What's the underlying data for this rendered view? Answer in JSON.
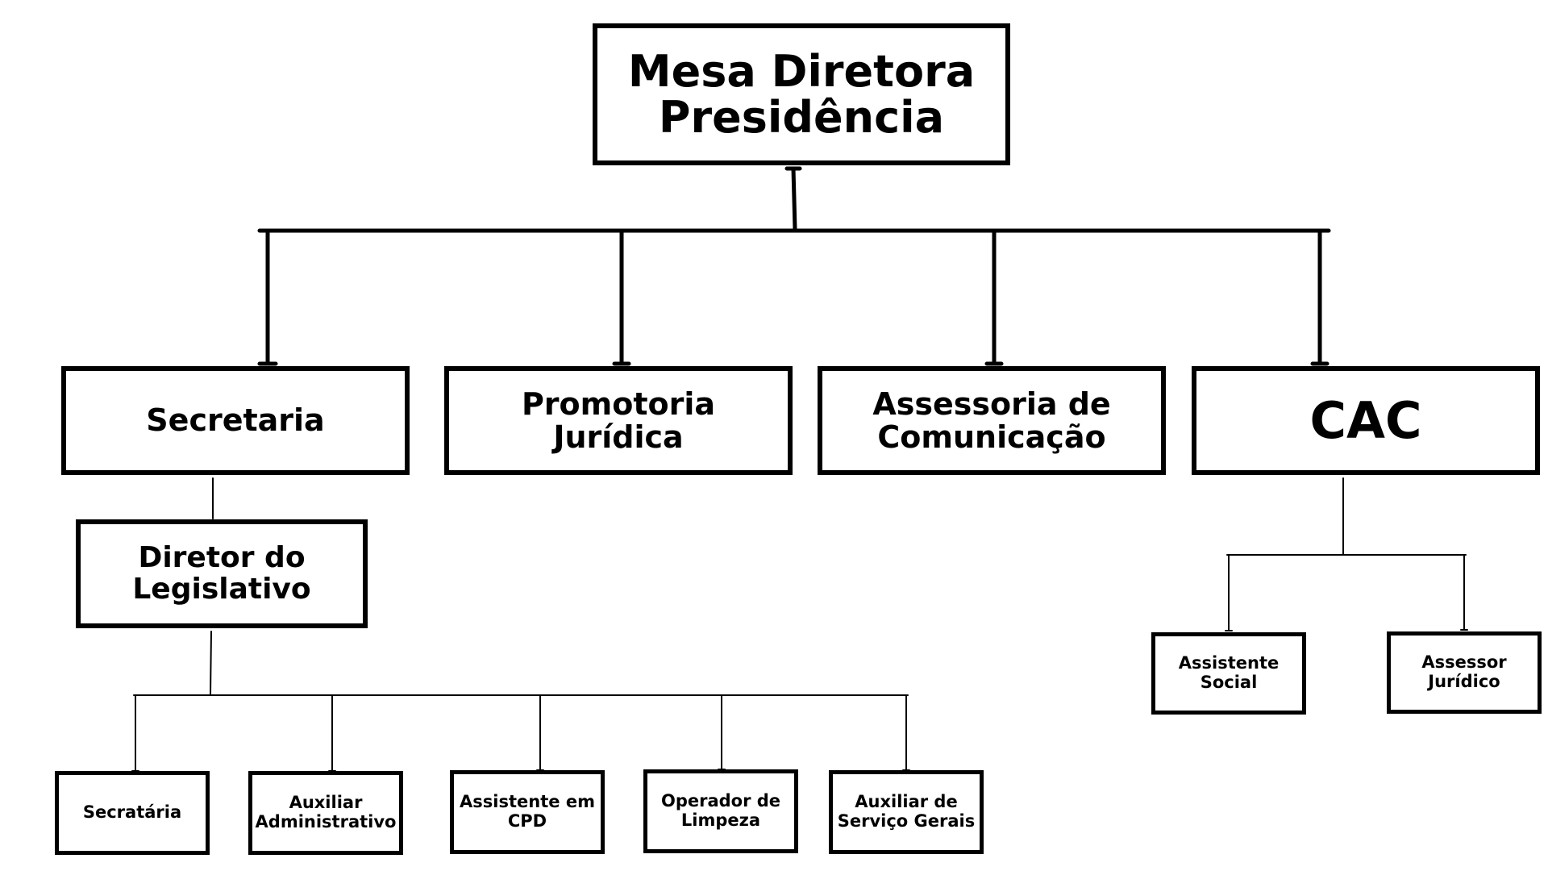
{
  "org_chart": {
    "root": {
      "label": "Mesa Diretora\nPresidência"
    },
    "level1": {
      "secretaria": "Secretaria",
      "promotoria": "Promotoria\nJurídica",
      "assessoria": "Assessoria de\nComunicação",
      "cac": "CAC"
    },
    "diretor": "Diretor do\nLegislativo",
    "diretor_subordinates": {
      "secretaria_staff": "Secratária",
      "auxiliar_administrativo": "Auxiliar\nAdministrativo",
      "assistente_cpd": "Assistente em\nCPD",
      "operador_limpeza": "Operador de\nLimpeza",
      "auxiliar_servicos": "Auxiliar de\nServiço Gerais"
    },
    "cac_subordinates": {
      "assistente_social": "Assistente\nSocial",
      "assessor_juridico": "Assessor\nJurídico"
    }
  },
  "colors": {
    "line": "#000000",
    "box_border": "#000000",
    "box_fill": "#ffffff",
    "text": "#000000"
  }
}
